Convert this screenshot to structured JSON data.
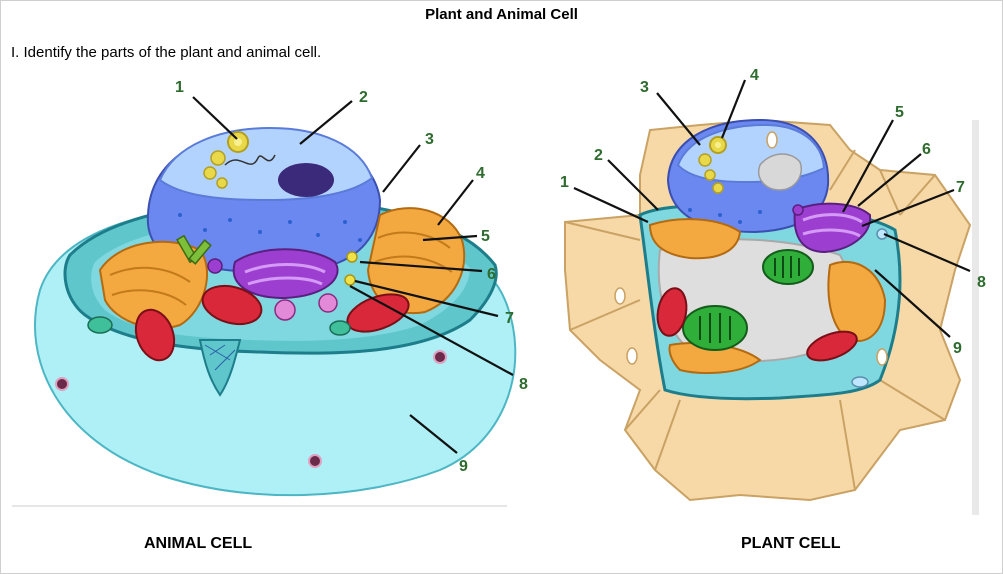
{
  "title": "Plant and Animal Cell",
  "instruction": "I. Identify the parts of the plant and animal cell.",
  "animal": {
    "caption": "ANIMAL CELL",
    "labels": [
      "1",
      "2",
      "3",
      "4",
      "5",
      "6",
      "7",
      "8",
      "9"
    ]
  },
  "plant": {
    "caption": "PLANT CELL",
    "labels": [
      "1",
      "2",
      "3",
      "4",
      "5",
      "6",
      "7",
      "8",
      "9"
    ]
  },
  "colors": {
    "label_number": "#2e6b2e",
    "leader_line": "#111111",
    "cytoplasm_animal": "#aef0f5",
    "nucleus": "#8fb6ff",
    "membrane_teal": "#1e8a9a",
    "cell_wall": "#f7d9a8",
    "golgi": "#9c3fd0",
    "mitochondria": "#d8283a",
    "chloroplast": "#2fae3a",
    "er_orange": "#f3a940"
  }
}
